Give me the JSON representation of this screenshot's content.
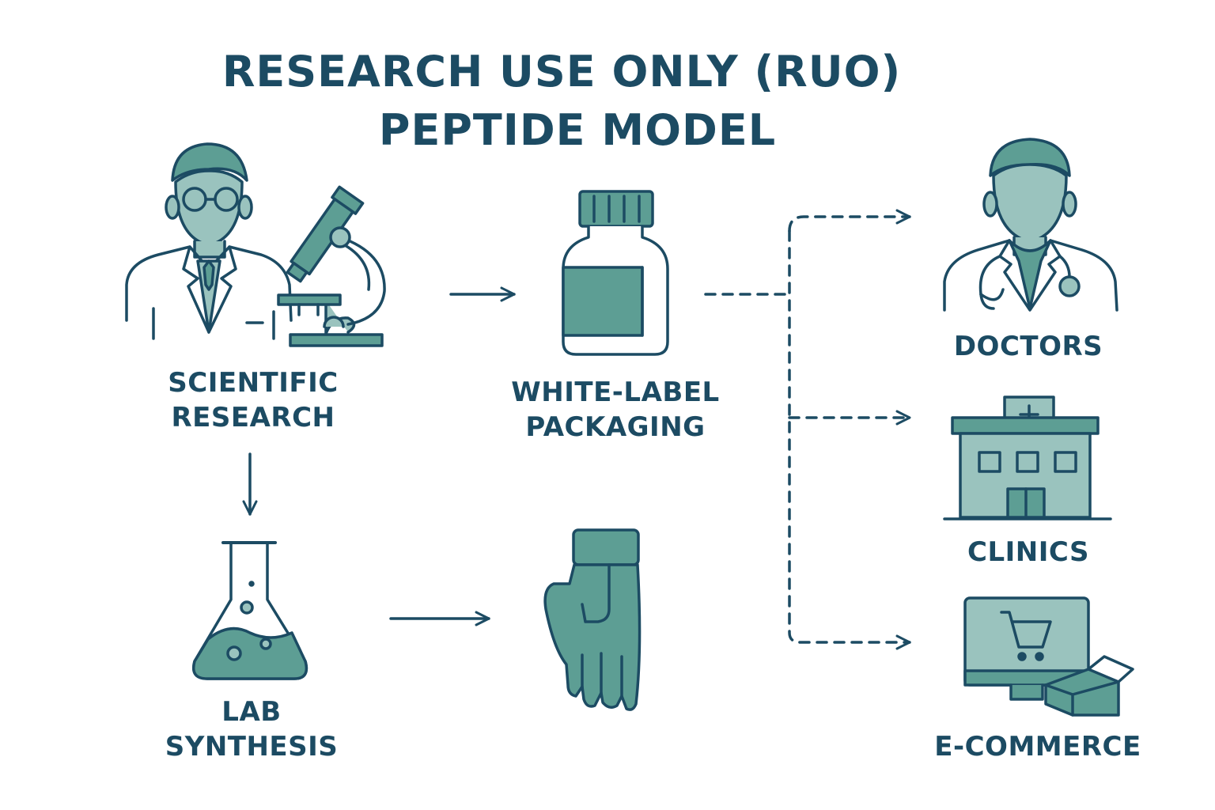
{
  "title": {
    "line1": "RESEARCH USE ONLY (RUO)",
    "line2": "PEPTIDE MODEL"
  },
  "nodes": {
    "research": {
      "line1": "SCIENTIFIC",
      "line2": "RESEARCH",
      "icon": "scientist-microscope-icon"
    },
    "synthesis": {
      "line1": "LAB",
      "line2": "SYNTHESIS",
      "icon": "flask-icon"
    },
    "packaging": {
      "line1": "WHITE-LABEL",
      "line2": "PACKAGING",
      "icon": "bottle-icon"
    },
    "glove": {
      "icon": "glove-icon"
    },
    "doctors": {
      "label": "DOCTORS",
      "icon": "doctor-icon"
    },
    "clinics": {
      "label": "CLINICS",
      "icon": "clinic-building-icon"
    },
    "ecommerce": {
      "label": "E-COMMERCE",
      "icon": "computer-cart-icon"
    }
  },
  "colors": {
    "dark": "#1c4b63",
    "teal": "#5d9e94",
    "light": "#9ac3be",
    "white": "#ffffff"
  }
}
